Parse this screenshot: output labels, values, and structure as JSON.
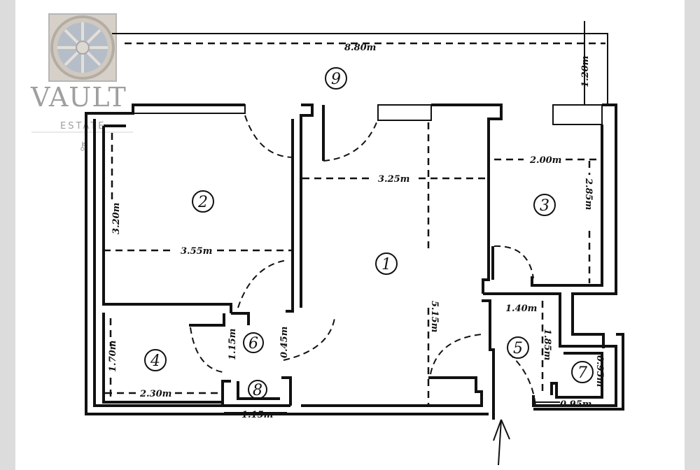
{
  "logo": {
    "name": "VAULT",
    "tagline": "ESTATE"
  },
  "rooms": [
    {
      "number": "1"
    },
    {
      "number": "2"
    },
    {
      "number": "3"
    },
    {
      "number": "4"
    },
    {
      "number": "5"
    },
    {
      "number": "6"
    },
    {
      "number": "7"
    },
    {
      "number": "8"
    },
    {
      "number": "9"
    }
  ],
  "dimensions": {
    "terrace_width": "8.80m",
    "terrace_depth": "1.20m",
    "room2_height": "3.20m",
    "room2_width": "3.55m",
    "room1_width": "3.25m",
    "room1_length": "5.15m",
    "room3_width": "2.00m",
    "room3_height": "2.85m",
    "hall_width": "1.40m",
    "hall_length": "1.85m",
    "room7_height": "0.95m",
    "room7_width": "0.95m",
    "room4_height": "1.70m",
    "room4_width": "2.30m",
    "room6_length": "1.15m",
    "room6_width": "0.45m",
    "room8_width": "1.15m"
  }
}
